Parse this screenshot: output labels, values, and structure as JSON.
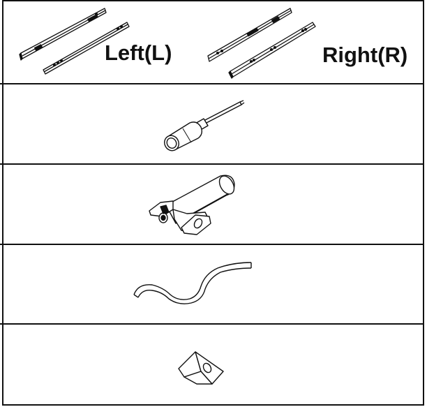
{
  "rows": [
    {
      "id": "slides",
      "left_label": "Left(L)",
      "right_label": "Right(R)"
    },
    {
      "id": "screwdriver"
    },
    {
      "id": "soft-close-damper"
    },
    {
      "id": "cable"
    },
    {
      "id": "corner-bracket"
    }
  ],
  "icons": [
    "left-drawer-slide-icon",
    "right-drawer-slide-icon",
    "screwdriver-icon",
    "soft-close-damper-icon",
    "cable-icon",
    "corner-bracket-icon"
  ]
}
